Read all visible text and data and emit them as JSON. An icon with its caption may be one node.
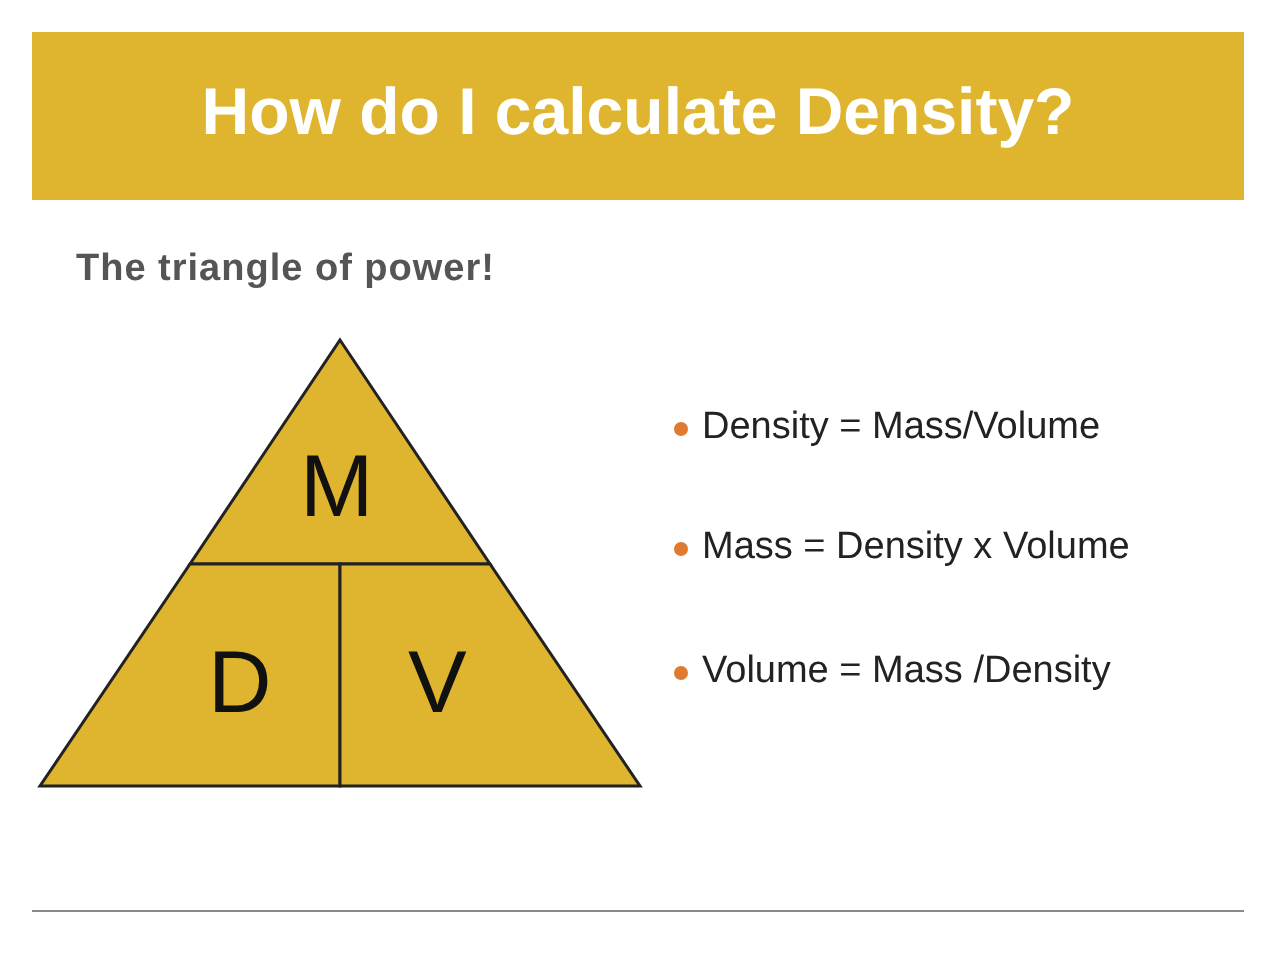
{
  "diagram": {
    "title": "How do I calculate Density?",
    "nodes": [
      {
        "text": [
          "M"
        ]
      },
      {
        "text": [
          "D"
        ]
      },
      {
        "text": [
          "V"
        ]
      }
    ],
    "edges": [],
    "labels": [
      "The triangle of power!",
      "Density = Mass/Volume",
      "Mass = Density x Volume",
      "Volume = Mass /Density"
    ]
  }
}
